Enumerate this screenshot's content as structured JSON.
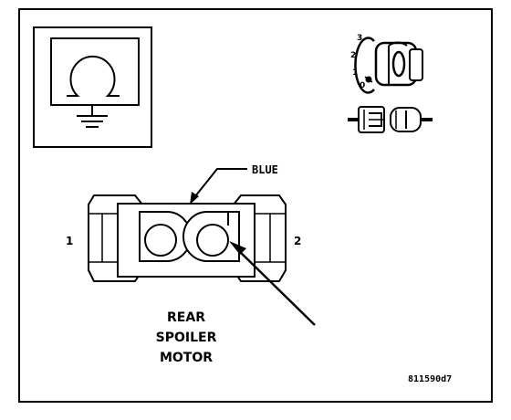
{
  "ignition": {
    "positions": [
      "3",
      "2",
      "1",
      "0"
    ]
  },
  "connector": {
    "wire_color": "BLUE",
    "pin_left": "1",
    "pin_right": "2"
  },
  "component": {
    "line1": "REAR",
    "line2": "SPOILER",
    "line3": "MOTOR"
  },
  "figure_id": "811590d7",
  "icons": {
    "meter": "ohmmeter-icon",
    "key": "ignition-key-icon",
    "disconnect": "connector-disconnect-icon"
  }
}
